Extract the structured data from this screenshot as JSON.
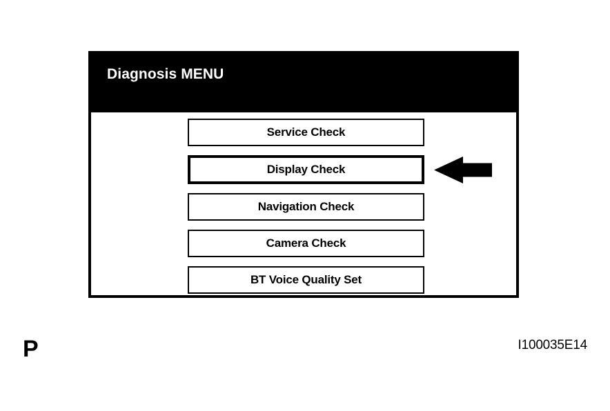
{
  "screen": {
    "title": "Diagnosis MENU",
    "menu_items": [
      {
        "label": "Service Check",
        "selected": false
      },
      {
        "label": "Display Check",
        "selected": true
      },
      {
        "label": "Navigation Check",
        "selected": false
      },
      {
        "label": "Camera Check",
        "selected": false
      },
      {
        "label": "BT Voice Quality Set",
        "selected": false
      }
    ]
  },
  "annotations": {
    "pointer_target": "Display Check",
    "page_marker": "P",
    "figure_id": "I100035E14"
  },
  "colors": {
    "background": "#ffffff",
    "title_bar": "#000000",
    "title_text": "#ffffff",
    "button_border": "#000000",
    "button_fill": "#ffffff",
    "button_text": "#000000",
    "arrow": "#000000"
  }
}
